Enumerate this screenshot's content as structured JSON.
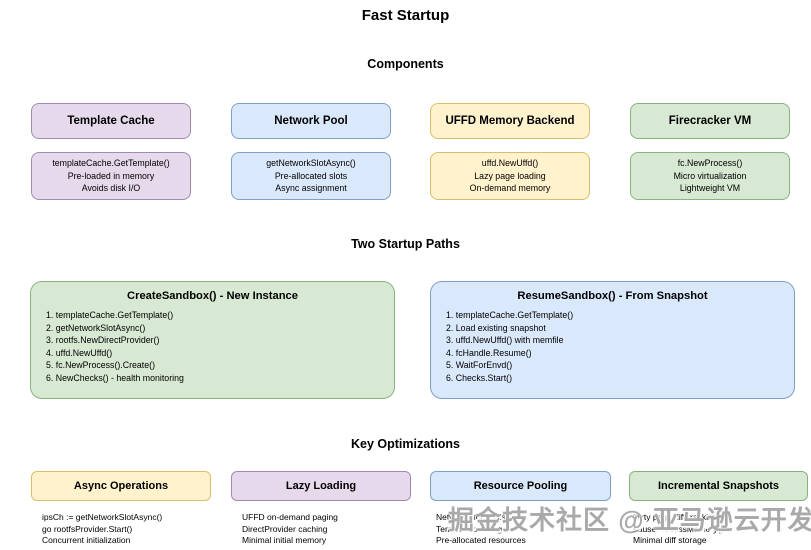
{
  "title": "Fast Startup",
  "sections": {
    "components": {
      "heading": "Components",
      "items": [
        {
          "name": "Template Cache",
          "color": "purple",
          "details": [
            "templateCache.GetTemplate()",
            "Pre-loaded in memory",
            "Avoids disk I/O"
          ]
        },
        {
          "name": "Network Pool",
          "color": "blue",
          "details": [
            "getNetworkSlotAsync()",
            "Pre-allocated slots",
            "Async assignment"
          ]
        },
        {
          "name": "UFFD Memory Backend",
          "color": "yellow",
          "details": [
            "uffd.NewUffd()",
            "Lazy page loading",
            "On-demand memory"
          ]
        },
        {
          "name": "Firecracker VM",
          "color": "green",
          "details": [
            "fc.NewProcess()",
            "Micro virtualization",
            "Lightweight VM"
          ]
        }
      ]
    },
    "paths": {
      "heading": "Two Startup Paths",
      "items": [
        {
          "title": "CreateSandbox() - New Instance",
          "color": "green",
          "steps": [
            "1. templateCache.GetTemplate()",
            "2. getNetworkSlotAsync()",
            "3. rootfs.NewDirectProvider()",
            "4. uffd.NewUffd()",
            "5. fc.NewProcess().Create()",
            "6. NewChecks() - health monitoring"
          ]
        },
        {
          "title": "ResumeSandbox() - From Snapshot",
          "color": "blue",
          "steps": [
            "1. templateCache.GetTemplate()",
            "2. Load existing snapshot",
            "3. uffd.NewUffd() with memfile",
            "4. fcHandle.Resume()",
            "5. WaitForEnvd()",
            "6. Checks.Start()"
          ]
        }
      ]
    },
    "optimizations": {
      "heading": "Key Optimizations",
      "items": [
        {
          "name": "Async Operations",
          "color": "yellow",
          "details": [
            "ipsCh := getNetworkSlotAsync()",
            "go rootfsProvider.Start()",
            "Concurrent initialization"
          ]
        },
        {
          "name": "Lazy Loading",
          "color": "purple",
          "details": [
            "UFFD on-demand paging",
            "DirectProvider caching",
            "Minimal initial memory"
          ]
        },
        {
          "name": "Resource Pooling",
          "color": "blue",
          "details": [
            "Network slot pools",
            "Template caching",
            "Pre-allocated resources"
          ]
        },
        {
          "name": "Incremental Snapshots",
          "color": "green",
          "details": [
            "Dirty page diff tracking",
            "pauseProcessMemory()",
            "Minimal diff storage"
          ]
        }
      ]
    }
  },
  "watermark": "掘金技术社区 @ 亚马逊云开发者",
  "colors": {
    "purple": {
      "fill": "#E6D9EC",
      "border": "#A18BB3"
    },
    "blue": {
      "fill": "#DAE8FC",
      "border": "#7D9FC9"
    },
    "yellow": {
      "fill": "#FFF2CC",
      "border": "#D8BE6E"
    },
    "green": {
      "fill": "#D7E8D3",
      "border": "#8AB380"
    }
  }
}
